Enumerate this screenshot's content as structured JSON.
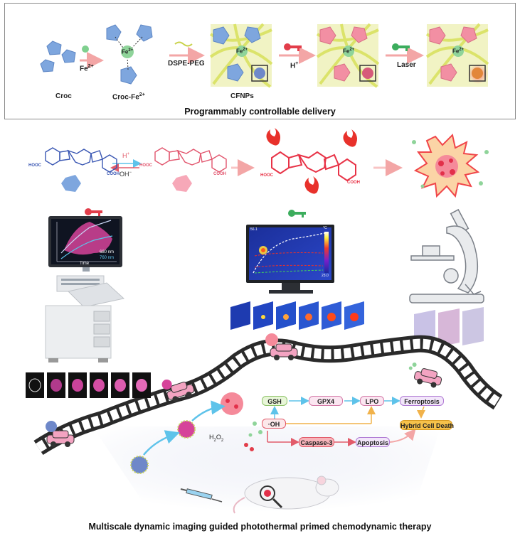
{
  "top": {
    "labels": {
      "croc": "Croc",
      "fe": "Fe",
      "fe_sup": "2+",
      "croc_fe": "Croc-Fe",
      "croc_fe_sup": "2+",
      "dspe_peg": "DSPE-PEG",
      "cfnps": "CFNPs",
      "h_plus": "H",
      "h_plus_sup": "+",
      "laser": "Laser",
      "fe_node": "Fe",
      "fe_node_sup": "2+"
    },
    "caption": "Programmably controllable delivery"
  },
  "bottom": {
    "equilibrium": {
      "forward": "H",
      "forward_sup": "+",
      "reverse": "OH",
      "reverse_sup": "−"
    },
    "chem_labels": {
      "hooc": "HOOC",
      "cooh": "COOH"
    },
    "imaging_monitor": {
      "legend_680": "680 nm",
      "legend_760": "760 nm",
      "xaxis": "Time"
    },
    "thermal_monitor": {
      "unit": "°C",
      "max": "56.1",
      "min": "23.0"
    },
    "pathway": {
      "gsh": "GSH",
      "oh": "·OH",
      "gpx4": "GPX4",
      "lpo": "LPO",
      "ferroptosis": "Ferroptosis",
      "caspase": "Caspase-3",
      "apoptosis": "Apoptosis",
      "hybrid": "Hybrid Cell Death",
      "h2o2": "H",
      "h2o2_sub1": "2",
      "h2o2_o": "O",
      "h2o2_sub2": "2"
    },
    "caption": "Multiscale dynamic imaging guided photothermal primed chemodynamic therapy"
  },
  "colors": {
    "blue_croc": "#7ea6de",
    "pink_croc": "#f28fa3",
    "peg_yellow": "#e4ec8c",
    "fe_green": "#8fd49a",
    "arrow_pink": "#f3a6a6",
    "bubble_border": "#a9d8ef",
    "heat_red": "#e8312b"
  }
}
